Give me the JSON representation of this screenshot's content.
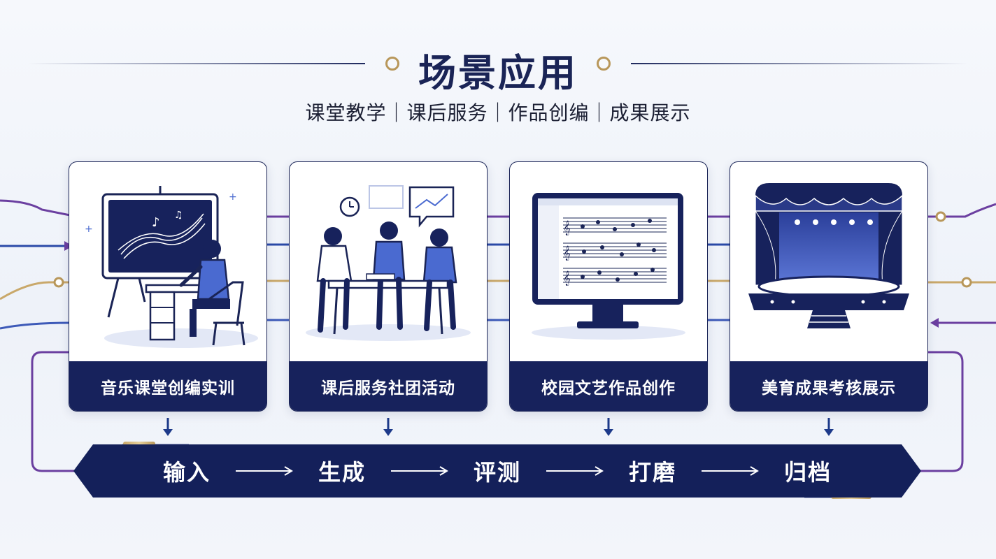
{
  "title": "场景应用",
  "subtitle": "课堂教学｜课后服务｜作品创编｜成果展示",
  "cards": [
    {
      "label": "音乐课堂创编实训",
      "icon": "classroom-blackboard-icon"
    },
    {
      "label": "课后服务社团活动",
      "icon": "group-discussion-icon"
    },
    {
      "label": "校园文艺作品创作",
      "icon": "sheet-music-monitor-icon"
    },
    {
      "label": "美育成果考核展示",
      "icon": "stage-curtain-icon"
    }
  ],
  "pipeline": {
    "steps": [
      "输入",
      "生成",
      "评测",
      "打磨",
      "归档"
    ]
  },
  "colors": {
    "navy": "#17225c",
    "gold": "#b8975a",
    "purple": "#6b3fa0",
    "blue": "#2b4aa8"
  }
}
